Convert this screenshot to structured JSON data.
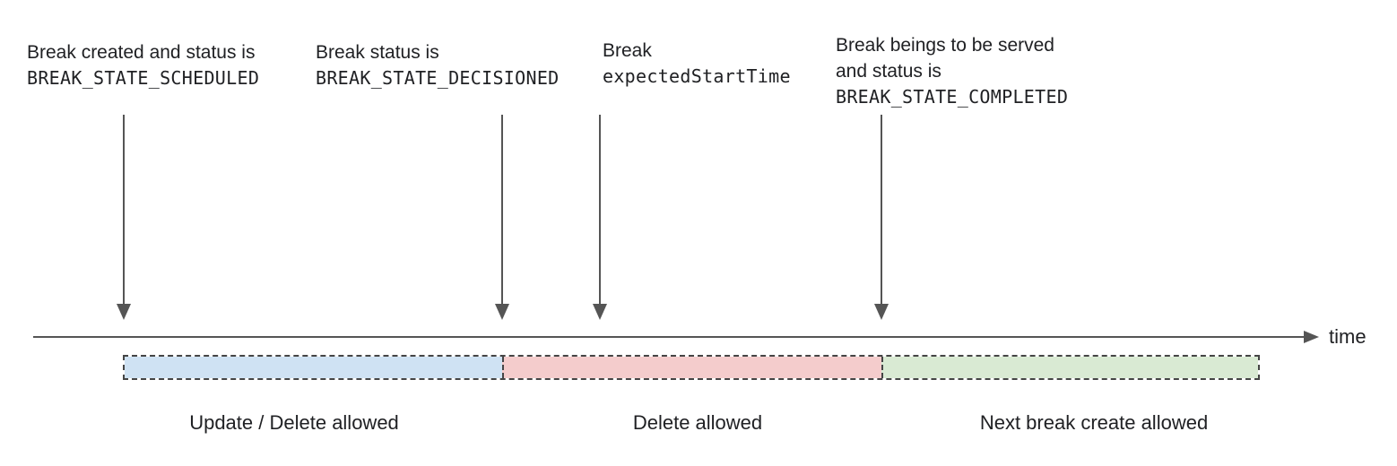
{
  "annotations": [
    {
      "line1": "Break created and status is",
      "line2": "BREAK_STATE_SCHEDULED"
    },
    {
      "line1": "Break status is",
      "line2": "BREAK_STATE_DECISIONED"
    },
    {
      "line1": "Break",
      "line2": "expectedStartTime"
    },
    {
      "line1": "Break beings to be served",
      "line2": "and status is",
      "line3": "BREAK_STATE_COMPLETED"
    }
  ],
  "timeline": {
    "axis_label": "time",
    "axis_color": "#555555"
  },
  "segments": [
    {
      "label": "Update / Delete allowed",
      "fill": "#cfe2f3"
    },
    {
      "label": "Delete allowed",
      "fill": "#f4cccc"
    },
    {
      "label": "Next break create allowed",
      "fill": "#d9ead3"
    }
  ],
  "style": {
    "dashed_border_color": "#454545",
    "text_color": "#202124"
  }
}
